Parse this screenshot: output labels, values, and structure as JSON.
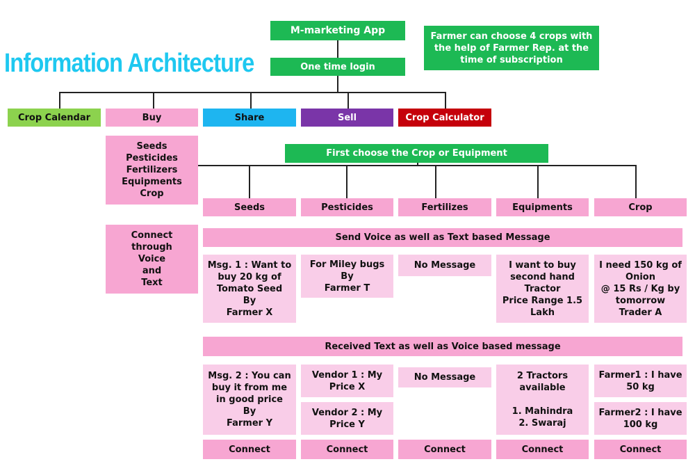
{
  "title": "Information Architecture",
  "app": "M-marketing App",
  "login": "One time login",
  "note": [
    "Farmer can choose 4 crops with",
    "the help of Farmer Rep. at the",
    "time of subscription"
  ],
  "nav": [
    {
      "label": "Crop Calendar",
      "color": "#8cd24e"
    },
    {
      "label": "Buy",
      "color": "#f7a6d2"
    },
    {
      "label": "Share",
      "color": "#1eb5f0"
    },
    {
      "label": "Sell",
      "color": "#7a35a8"
    },
    {
      "label": "Crop Calculator",
      "color": "#c5000b"
    }
  ],
  "buy_list": [
    "Seeds",
    "Pesticides",
    "Fertilizers",
    "Equipments",
    "Crop"
  ],
  "choose": "First choose the Crop or Equipment",
  "categories": [
    "Seeds",
    "Pesticides",
    "Fertilizes",
    "Equipments",
    "Crop"
  ],
  "connect_info": [
    "Connect",
    "through",
    "Voice",
    "and",
    "Text"
  ],
  "send_header": "Send Voice as well as Text based Message",
  "sent": [
    [
      "Msg. 1 : Want to",
      "buy 20 kg of",
      "Tomato Seed",
      "By",
      "Farmer X"
    ],
    [
      "For Miley bugs",
      "By",
      "Farmer T"
    ],
    [
      "No Message"
    ],
    [
      "I want to buy",
      "second hand",
      "Tractor",
      "Price Range 1.5",
      "Lakh"
    ],
    [
      "I need 150 kg of",
      "Onion",
      "@ 15 Rs / Kg by",
      "tomorrow",
      "Trader A"
    ]
  ],
  "recv_header": "Received Text as well as Voice based message",
  "received": {
    "c1": [
      "Msg. 2 : You can",
      "buy it from me",
      "in good price",
      "By",
      "Farmer  Y"
    ],
    "c2a": [
      "Vendor 1 : My",
      "Price X"
    ],
    "c2b": [
      "Vendor 2 : My",
      "Price Y"
    ],
    "c3": [
      "No Message"
    ],
    "c4": [
      "2 Tractors",
      "available",
      "",
      "1. Mahindra",
      "2. Swaraj"
    ],
    "c5a": [
      "Farmer1 : I have",
      "50 kg"
    ],
    "c5b": [
      "Farmer2 : I have",
      "100 kg"
    ]
  },
  "connect_label": "Connect"
}
